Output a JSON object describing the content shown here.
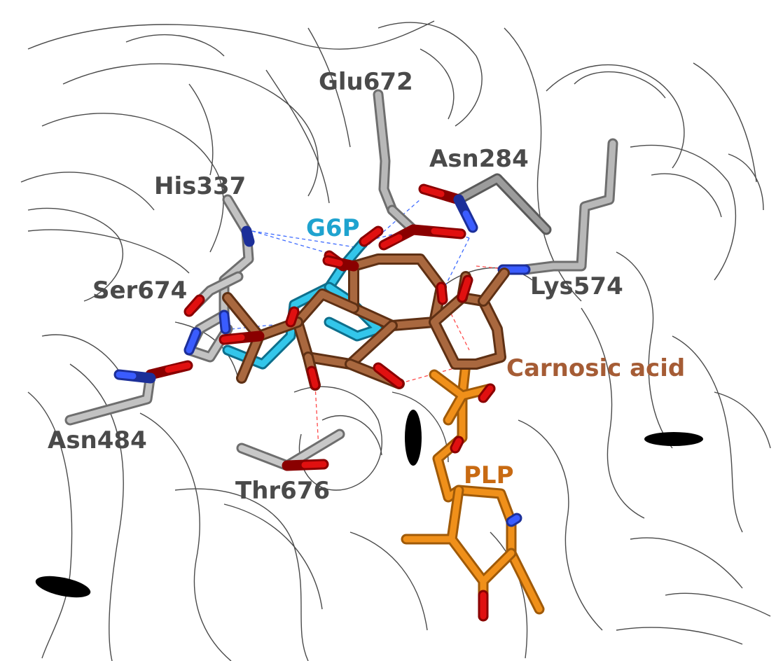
{
  "labels": {
    "glu672": "Glu672",
    "asn284": "Asn284",
    "his337": "His337",
    "g6p": "G6P",
    "ser674": "Ser674",
    "lys574": "Lys574",
    "carnosic_acid": "Carnosic acid",
    "asn484": "Asn484",
    "thr676": "Thr676",
    "plp": "PLP"
  },
  "colors": {
    "residue": "#b0b0b0",
    "residue_label": "#4a4a4a",
    "g6p": "#2bb3d9",
    "g6p_label": "#1fa3cf",
    "carnosic_acid": "#a0603a",
    "carnosic_label": "#a55c35",
    "plp": "#e8870f",
    "plp_label": "#c86a12",
    "oxygen": "#e01010",
    "nitrogen": "#3050ff",
    "hbond_blue": "#3f6cff",
    "hbond_red": "#ff4a4a"
  }
}
